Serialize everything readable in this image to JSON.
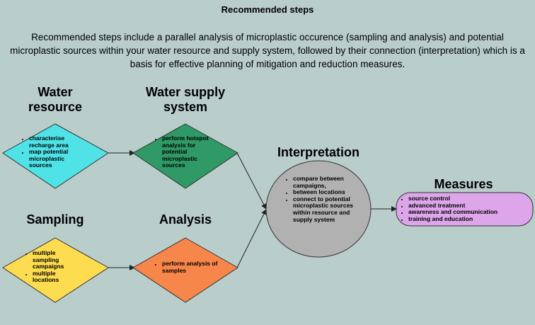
{
  "title": "Recommended steps",
  "intro": "Recommended steps include a parallel analysis of microplastic occurence (sampling and analysis) and potential microplastic sources within your water resource and supply system, followed by their connection (interpretation) which is a basis for effective planning of mitigation and reduction measures.",
  "nodes": {
    "water_resource": {
      "heading": "Water resource",
      "items": [
        "characterise recharge area",
        "map potential microplastic sources"
      ],
      "color": "#4fe3e8"
    },
    "water_supply": {
      "heading": "Water supply system",
      "items": [
        "perform hotspot analysis for potential microplastic sources"
      ],
      "color": "#2f9a66"
    },
    "sampling": {
      "heading": "Sampling",
      "items": [
        "multiple sampling campaigns",
        "multiple locations"
      ],
      "color": "#fddc4f"
    },
    "analysis": {
      "heading": "Analysis",
      "items": [
        "perform analysis of samples"
      ],
      "color": "#f7864a"
    },
    "interpretation": {
      "heading": "Interpretation",
      "items": [
        "compare between campaigns,",
        "between locations",
        "connect to potential microplastic sources within resource and supply system"
      ],
      "color": "#b1b1b1"
    },
    "measures": {
      "heading": "Measures",
      "items": [
        "source control",
        "advanced treatment",
        "awareness and communication",
        "training and education"
      ],
      "color": "#dda6ea"
    }
  }
}
